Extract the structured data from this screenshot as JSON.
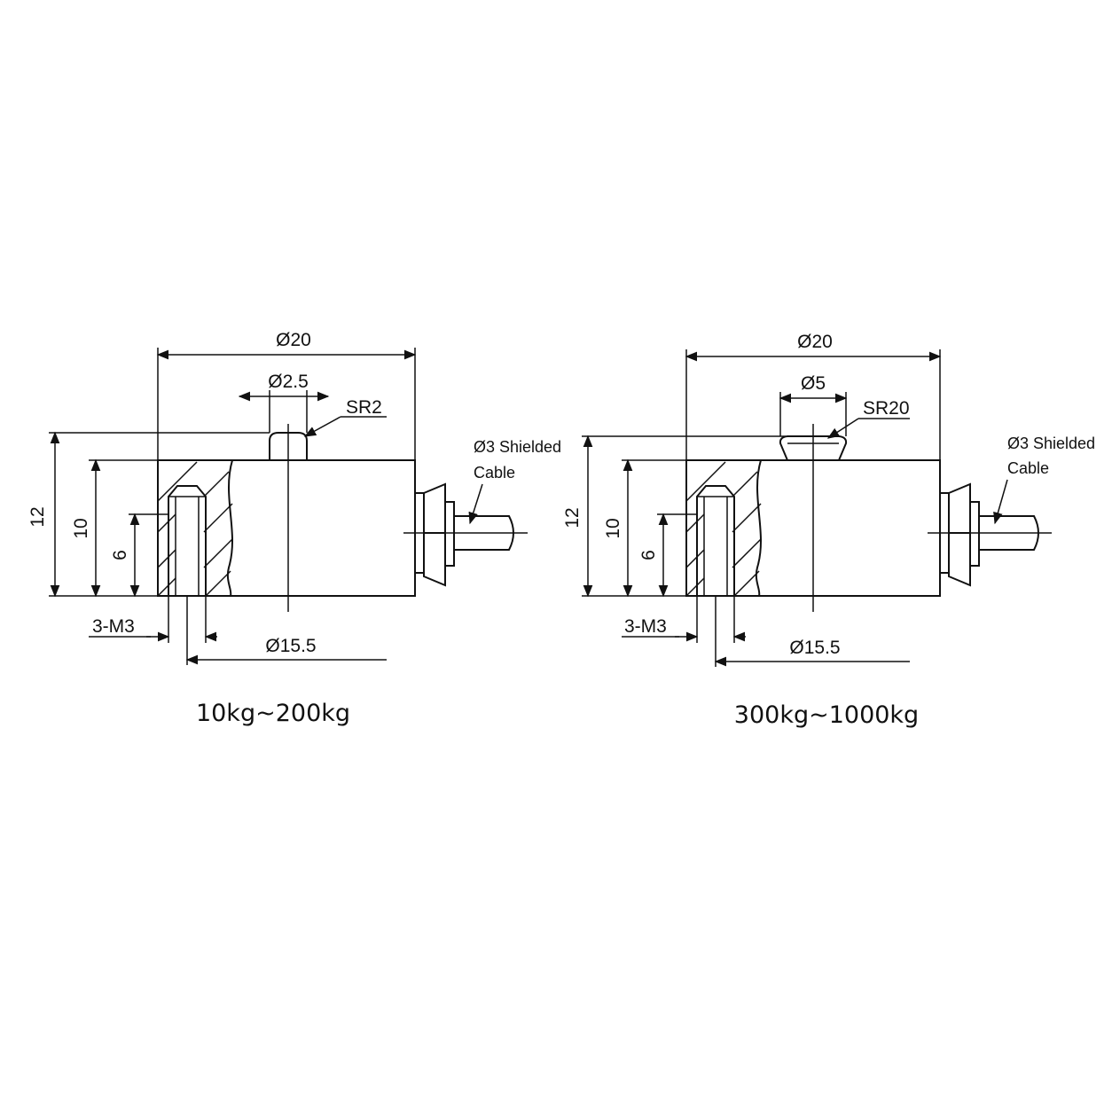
{
  "drawings": [
    {
      "dim_outer_diameter": "Ø20",
      "dim_button_diameter": "Ø2.5",
      "dim_sphere_radius": "SR2",
      "dim_height_total": "12",
      "dim_height_body": "10",
      "dim_thread_depth": "6",
      "dim_thread": "3-M3",
      "dim_pitch_circle": "Ø15.5",
      "cable_line1": "Ø3 Shielded",
      "cable_line2": "Cable",
      "capacity": "10kg~200kg"
    },
    {
      "dim_outer_diameter": "Ø20",
      "dim_button_diameter": "Ø5",
      "dim_sphere_radius": "SR20",
      "dim_height_total": "12",
      "dim_height_body": "10",
      "dim_thread_depth": "6",
      "dim_thread": "3-M3",
      "dim_pitch_circle": "Ø15.5",
      "cable_line1": "Ø3 Shielded",
      "cable_line2": "Cable",
      "capacity": "300kg~1000kg"
    }
  ]
}
